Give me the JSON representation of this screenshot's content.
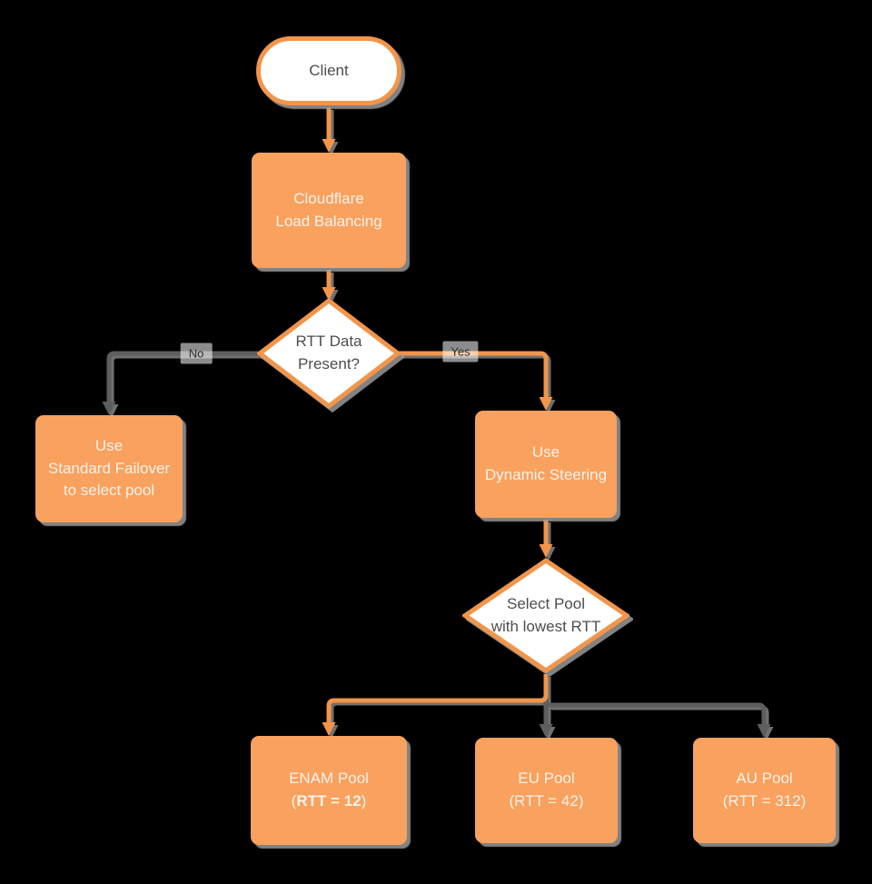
{
  "colors": {
    "background": "#000000",
    "node_fill_orange": "#F9A15E",
    "outline_orange": "#F2954A",
    "edge_gray": "#5E5E5E",
    "shadow_gray": "#999999",
    "text_light": "#FAF2EA",
    "text_dark": "#4D4D4D"
  },
  "nodes": {
    "client": {
      "label": "Client"
    },
    "cloudflare": {
      "line1": "Cloudflare",
      "line2": "Load Balancing"
    },
    "rtt_decision": {
      "line1": "RTT Data",
      "line2": "Present?"
    },
    "standard_failover": {
      "line1": "Use",
      "line2": "Standard Failover",
      "line3": "to select pool"
    },
    "dynamic_steering": {
      "line1": "Use",
      "line2": "Dynamic Steering"
    },
    "select_pool": {
      "line1": "Select Pool",
      "line2": "with lowest RTT"
    },
    "enam_pool": {
      "line1": "ENAM Pool",
      "line2_prefix": "(",
      "line2_bold": "RTT = 12",
      "line2_suffix": ")"
    },
    "eu_pool": {
      "line1": "EU Pool",
      "line2": "(RTT = 42)"
    },
    "au_pool": {
      "line1": "AU Pool",
      "line2": "(RTT = 312)"
    }
  },
  "edge_labels": {
    "no": "No",
    "yes": "Yes"
  },
  "edges": [
    {
      "from": "client",
      "to": "cloudflare",
      "color": "orange"
    },
    {
      "from": "cloudflare",
      "to": "rtt_decision",
      "color": "orange"
    },
    {
      "from": "rtt_decision",
      "to": "standard_failover",
      "color": "gray",
      "label": "No"
    },
    {
      "from": "rtt_decision",
      "to": "dynamic_steering",
      "color": "orange",
      "label": "Yes"
    },
    {
      "from": "dynamic_steering",
      "to": "select_pool",
      "color": "orange"
    },
    {
      "from": "select_pool",
      "to": "enam_pool",
      "color": "orange"
    },
    {
      "from": "select_pool",
      "to": "eu_pool",
      "color": "gray"
    },
    {
      "from": "select_pool",
      "to": "au_pool",
      "color": "gray"
    }
  ]
}
